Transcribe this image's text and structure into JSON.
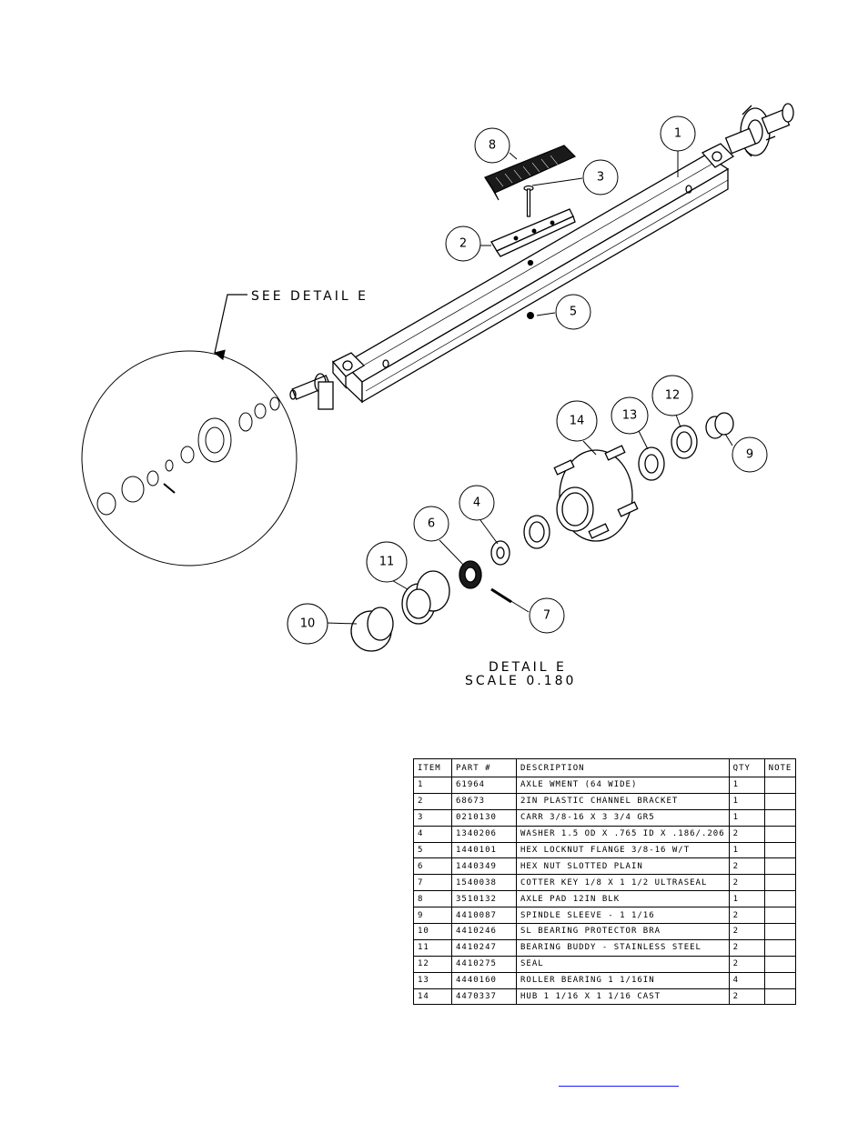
{
  "callouts": {
    "see_detail": "SEE DETAIL  E",
    "detail_title": "DETAIL  E",
    "detail_scale": "SCALE  0.180"
  },
  "balloons": [
    "1",
    "2",
    "3",
    "4",
    "5",
    "6",
    "7",
    "8",
    "9",
    "10",
    "11",
    "12",
    "13",
    "14"
  ],
  "bom": {
    "headers": [
      "ITEM",
      "PART #",
      "DESCRIPTION",
      "QTY",
      "NOTE"
    ],
    "rows": [
      [
        "1",
        "61964",
        "AXLE WMENT (64 WIDE)",
        "1",
        ""
      ],
      [
        "2",
        "68673",
        "2IN PLASTIC CHANNEL BRACKET",
        "1",
        ""
      ],
      [
        "3",
        "0210130",
        "CARR 3/8-16 X 3 3/4 GR5",
        "1",
        ""
      ],
      [
        "4",
        "1340206",
        "WASHER 1.5 OD X .765 ID X .186/.206",
        "2",
        ""
      ],
      [
        "5",
        "1440101",
        "HEX LOCKNUT FLANGE 3/8-16 W/T",
        "1",
        ""
      ],
      [
        "6",
        "1440349",
        "HEX NUT SLOTTED PLAIN",
        "2",
        ""
      ],
      [
        "7",
        "1540038",
        "COTTER KEY 1/8 X 1 1/2 ULTRASEAL",
        "2",
        ""
      ],
      [
        "8",
        "3510132",
        "AXLE PAD 12IN  BLK",
        "1",
        ""
      ],
      [
        "9",
        "4410087",
        "SPINDLE SLEEVE - 1 1/16",
        "2",
        ""
      ],
      [
        "10",
        "4410246",
        "SL BEARING PROTECTOR BRA",
        "2",
        ""
      ],
      [
        "11",
        "4410247",
        "BEARING BUDDY - STAINLESS STEEL",
        "2",
        ""
      ],
      [
        "12",
        "4410275",
        "SEAL",
        "2",
        ""
      ],
      [
        "13",
        "4440160",
        "ROLLER BEARING   1 1/16IN",
        "4",
        ""
      ],
      [
        "14",
        "4470337",
        "HUB   1 1/16 X 1 1/16 CAST",
        "2",
        ""
      ]
    ]
  }
}
